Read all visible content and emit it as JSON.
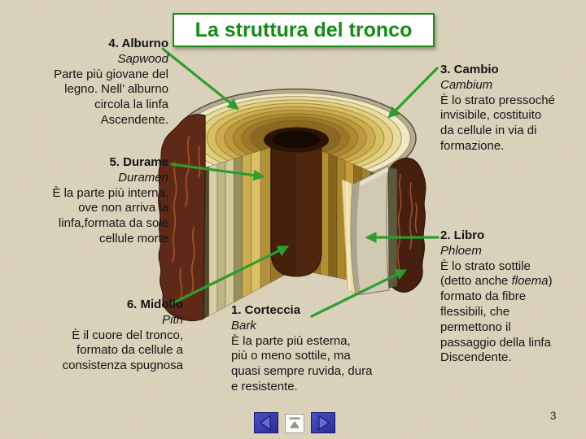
{
  "slide": {
    "title": "La struttura del tronco",
    "page_number": "3"
  },
  "labels": {
    "corteccia": {
      "heading": "1. Corteccia",
      "english": "Bark",
      "description": "È la parte più esterna,\npiù o meno sottile, ma\nquasi sempre ruvida, dura\ne resistente."
    },
    "libro": {
      "heading": "2. Libro",
      "english": "Phloem",
      "desc_pre": "È lo strato sottile\n(detto anche ",
      "desc_italic": "floema",
      "desc_post": ")\nformato da fibre\n flessibili, che\npermettono il\npassaggio della linfa\nDiscendente."
    },
    "cambio": {
      "heading": "3. Cambio",
      "english": "Cambium",
      "description": "È lo strato pressoché\ninvisibile, costituito\nda cellule in via di\nformazione."
    },
    "alburno": {
      "heading": "4. Alburno",
      "english": "Sapwood",
      "description": "Parte più giovane del\nlegno. Nell’ alburno\ncircola la linfa\nAscendente."
    },
    "durame": {
      "heading": "5. Durame",
      "english": "Duramen",
      "description": "È la parte più interna,\nove non arriva la\nlinfa,formata da sole\ncellule morte"
    },
    "midollo": {
      "heading": "6. Midollo",
      "english": "Pith",
      "description": "È il cuore del tronco,\nformato da cellule a\nconsistenza spugnosa"
    }
  },
  "navigation": {
    "previous_button_icon": "left-triangle",
    "home_button_icon": "up-triangle-with-bar",
    "next_button_icon": "right-triangle"
  },
  "palette": {
    "background": "#E0D7C1",
    "title_green": "#178A17",
    "arrow": "#2E9C2E",
    "rim": "#B4AC92",
    "ring_colors": [
      "#F1E8C6",
      "#EADB9E",
      "#E2CF7C",
      "#D8C062",
      "#CCAC4C",
      "#BC9A3C",
      "#AC8830",
      "#9C7828",
      "#8A6A22"
    ],
    "left_face_colors": [
      "#4E4A2C",
      "#DACFA4",
      "#BFB388",
      "#D4CA9C",
      "#95905E",
      "#CBAD52",
      "#DCC066",
      "#B3903A",
      "#9A7428",
      "#6E4E1C"
    ],
    "right_face_colors": [
      "#8A6820",
      "#C59D3C",
      "#97751F",
      "#B58E31",
      "#86641B",
      "#AA862B",
      "#C59D3C",
      "#906E21",
      "#A58130",
      "#7A5A1A"
    ],
    "pith_body": "#4F260E",
    "pith_top": "#2B1406",
    "pith_hole": "#140A02",
    "bark_left": "#5E2A18",
    "bark_right": "#45200F",
    "bark_vein": "#A04E28",
    "cambium_stripe": "#5C593C",
    "slab_face": "#D1C9B1",
    "nav_blue_light": "#5050C8",
    "nav_blue_dark": "#2A2A92"
  }
}
